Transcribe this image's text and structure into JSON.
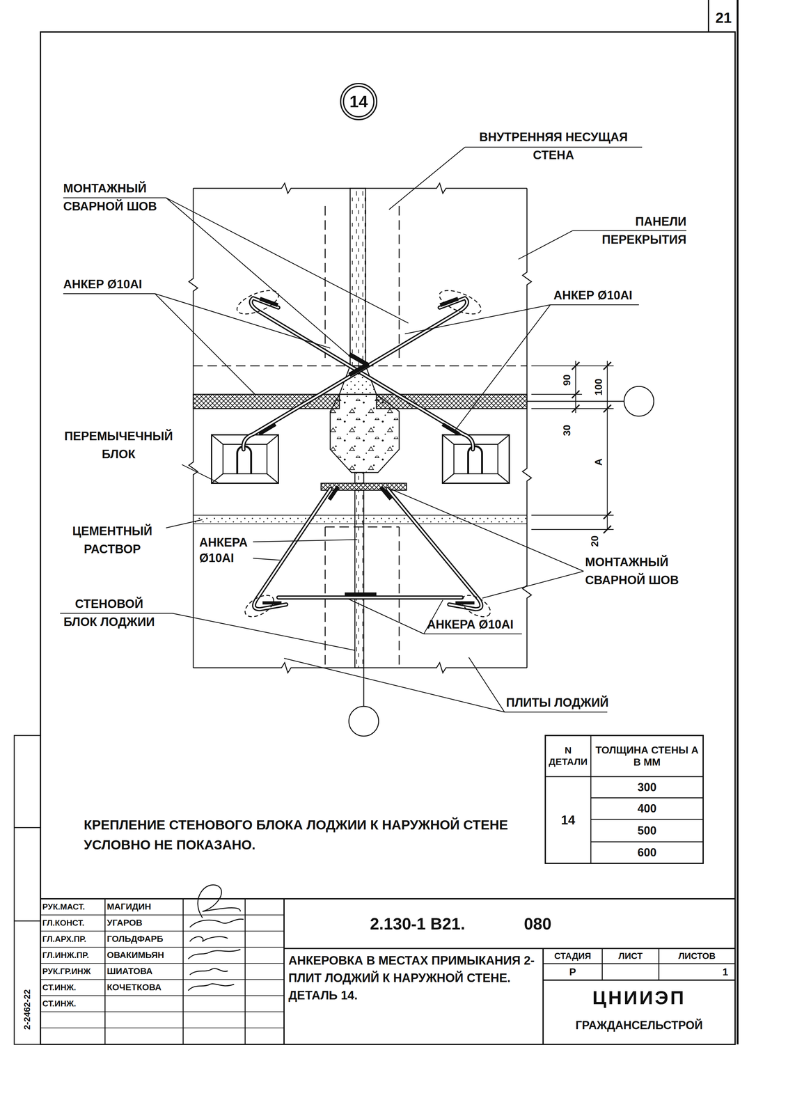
{
  "diagram": {
    "nodes": [
      {
        "text": [
          "14"
        ]
      }
    ],
    "labels": [
      "21",
      "ВНУТРЕННЯЯ НЕСУЩАЯ СТЕНА",
      "МОНТАЖНЫЙ СВАРНОЙ ШОВ",
      "ПАНЕЛИ ПЕРЕКРЫТИЯ",
      "АНКЕР Ø10AI",
      "АНКЕР Ø10AI",
      "90",
      "100",
      "30",
      "А",
      "20",
      "ПЕРЕМЫЧЕЧНЫЙ БЛОК",
      "ЦЕМЕНТНЫЙ РАСТВОР",
      "АНКЕРА Ø10AI",
      "МОНТАЖНЫЙ СВАРНОЙ ШОВ",
      "СТЕНОВОЙ БЛОК ЛОДЖИИ",
      "АНКЕРА Ø10AI",
      "ПЛИТЫ ЛОДЖИЙ",
      "N ДЕТАЛИ",
      "ТОЛЩИНА СТЕНЫ А В ММ",
      "14",
      "300",
      "400",
      "500",
      "600",
      "КРЕПЛЕНИЕ СТЕНОВОГО БЛОКА ЛОДЖИИ К НАРУЖНОЙ СТЕНЕ УСЛОВНО НЕ ПОКАЗАНО.",
      "РУК.МАСТ.",
      "МАГИДИН",
      "ГЛ.КОНСТ.",
      "УГАРОВ",
      "ГЛ.АРХ.ПР.",
      "ГОЛЬДФАРБ",
      "ГЛ.ИНЖ.ПР.",
      "ОВАКИМЬЯН",
      "РУК.ГР.ИНЖ",
      "ШИАТОВА",
      "СТ.ИНЖ.",
      "КОЧЕТКОВА",
      "СТ.ИНЖ.",
      "2.130-1 В21.",
      "080",
      "АНКЕРОВКА В МЕСТАХ ПРИМЫКАНИЯ 2-ПЛИТ ЛОДЖИЙ К НАРУЖНОЙ СТЕНЕ. ДЕТАЛЬ 14.",
      "СТАДИЯ",
      "ЛИСТ",
      "ЛИСТОВ",
      "Р",
      "1",
      "ЦНИИЭП",
      "ГРАЖДАНСЕЛЬСТРОЙ",
      "2-2462-22"
    ]
  }
}
